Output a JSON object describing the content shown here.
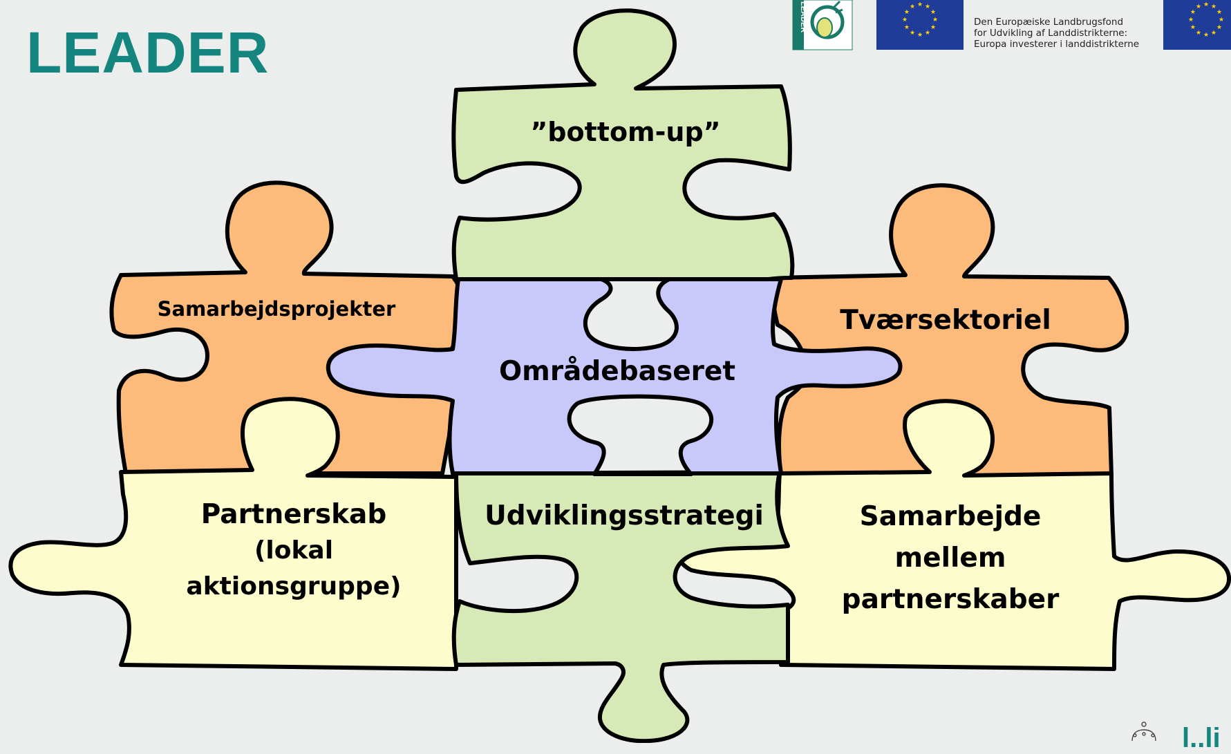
{
  "title": "LEADER",
  "colors": {
    "title": "#14857f",
    "orange": "#fdbb7b",
    "cream": "#fdfccd",
    "green": "#d7e9b6",
    "lavender": "#c8c8fb",
    "outline": "#000000",
    "eu_blue": "#1f3d98",
    "eu_star": "#ffd200"
  },
  "pieces": {
    "top": "”bottom-up”",
    "left_top": "Samarbejdsprojekter",
    "center": "Områdebaseret",
    "right_top": "Tværsektoriel",
    "bottom_left": [
      "Partnerskab",
      "(lokal",
      "aktionsgruppe)"
    ],
    "bottom_center": "Udviklingsstrategi",
    "bottom_right": [
      "Samarbejde",
      "mellem",
      "partnerskaber"
    ]
  },
  "logos": {
    "leader_logo_text": "LEADER",
    "eu_caption": [
      "Den Europæiske Landbrugsfond",
      "for Udvikling af Landdistrikterne:",
      "Europa investerer i landdistrikterne"
    ]
  },
  "corner_text": "l..li"
}
